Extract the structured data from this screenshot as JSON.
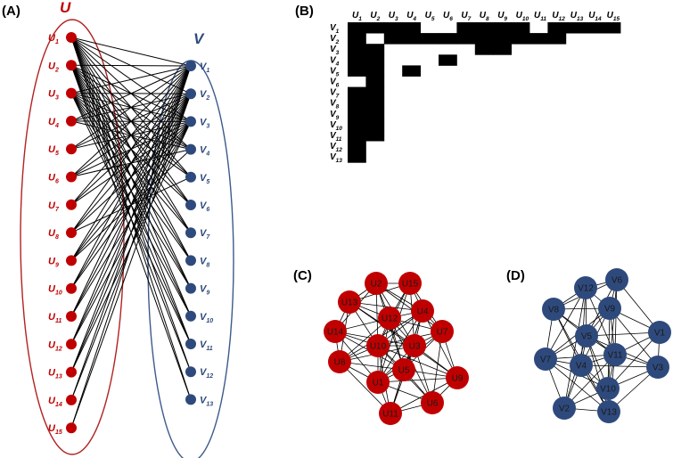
{
  "panels": {
    "a": {
      "label": "(A)"
    },
    "b": {
      "label": "(B)"
    },
    "c": {
      "label": "(C)"
    },
    "d": {
      "label": "(D)"
    }
  },
  "colors": {
    "u_set": "#c00000",
    "u_set_outline": "#b22222",
    "v_set": "#2e4a7d",
    "v_set_outline": "#3d5a8a",
    "cell_fill": "#000000",
    "edge": "#000000"
  },
  "bipartite": {
    "u_set_label": "U",
    "v_set_label": "V",
    "u_nodes": [
      {
        "base": "U",
        "sub": "1"
      },
      {
        "base": "U",
        "sub": "2"
      },
      {
        "base": "U",
        "sub": "3"
      },
      {
        "base": "U",
        "sub": "4"
      },
      {
        "base": "U",
        "sub": "5"
      },
      {
        "base": "U",
        "sub": "6"
      },
      {
        "base": "U",
        "sub": "7"
      },
      {
        "base": "U",
        "sub": "8"
      },
      {
        "base": "U",
        "sub": "9"
      },
      {
        "base": "U",
        "sub": "10"
      },
      {
        "base": "U",
        "sub": "11"
      },
      {
        "base": "U",
        "sub": "12"
      },
      {
        "base": "U",
        "sub": "13"
      },
      {
        "base": "U",
        "sub": "14"
      },
      {
        "base": "U",
        "sub": "15"
      }
    ],
    "v_nodes": [
      {
        "base": "V",
        "sub": "1"
      },
      {
        "base": "V",
        "sub": "2"
      },
      {
        "base": "V",
        "sub": "3"
      },
      {
        "base": "V",
        "sub": "4"
      },
      {
        "base": "V",
        "sub": "5"
      },
      {
        "base": "V",
        "sub": "6"
      },
      {
        "base": "V",
        "sub": "7"
      },
      {
        "base": "V",
        "sub": "8"
      },
      {
        "base": "V",
        "sub": "9"
      },
      {
        "base": "V",
        "sub": "10"
      },
      {
        "base": "V",
        "sub": "11"
      },
      {
        "base": "V",
        "sub": "12"
      },
      {
        "base": "V",
        "sub": "13"
      }
    ],
    "edges": [
      [
        1,
        1
      ],
      [
        1,
        2
      ],
      [
        1,
        3
      ],
      [
        1,
        4
      ],
      [
        1,
        5
      ],
      [
        1,
        6
      ],
      [
        1,
        7
      ],
      [
        1,
        8
      ],
      [
        1,
        9
      ],
      [
        1,
        10
      ],
      [
        1,
        11
      ],
      [
        1,
        12
      ],
      [
        1,
        13
      ],
      [
        2,
        1
      ],
      [
        2,
        3
      ],
      [
        2,
        4
      ],
      [
        2,
        5
      ],
      [
        2,
        6
      ],
      [
        2,
        7
      ],
      [
        2,
        8
      ],
      [
        2,
        9
      ],
      [
        2,
        10
      ],
      [
        2,
        11
      ],
      [
        2,
        12
      ],
      [
        2,
        13
      ],
      [
        3,
        1
      ],
      [
        3,
        2
      ],
      [
        3,
        3
      ],
      [
        3,
        4
      ],
      [
        3,
        5
      ],
      [
        3,
        6
      ],
      [
        3,
        7
      ],
      [
        3,
        8
      ],
      [
        3,
        9
      ],
      [
        3,
        10
      ],
      [
        3,
        11
      ],
      [
        4,
        1
      ],
      [
        4,
        2
      ],
      [
        4,
        3
      ],
      [
        4,
        4
      ],
      [
        5,
        1
      ],
      [
        5,
        2
      ],
      [
        5,
        3
      ],
      [
        6,
        1
      ],
      [
        6,
        2
      ],
      [
        6,
        3
      ],
      [
        6,
        4
      ],
      [
        7,
        1
      ],
      [
        7,
        2
      ],
      [
        7,
        3
      ],
      [
        8,
        1
      ],
      [
        8,
        2
      ],
      [
        8,
        3
      ],
      [
        8,
        5
      ],
      [
        9,
        1
      ],
      [
        9,
        2
      ],
      [
        9,
        3
      ],
      [
        9,
        4
      ],
      [
        10,
        1
      ],
      [
        10,
        2
      ],
      [
        10,
        3
      ],
      [
        11,
        1
      ],
      [
        11,
        2
      ],
      [
        11,
        3
      ],
      [
        12,
        1
      ],
      [
        12,
        2
      ],
      [
        12,
        3
      ],
      [
        13,
        1
      ],
      [
        13,
        2
      ],
      [
        13,
        3
      ],
      [
        14,
        1
      ],
      [
        14,
        2
      ],
      [
        15,
        1
      ],
      [
        15,
        2
      ]
    ]
  },
  "matrix": {
    "col_headers": [
      {
        "base": "U",
        "sub": "1"
      },
      {
        "base": "U",
        "sub": "2"
      },
      {
        "base": "U",
        "sub": "3"
      },
      {
        "base": "U",
        "sub": "4"
      },
      {
        "base": "U",
        "sub": "5"
      },
      {
        "base": "U",
        "sub": "6"
      },
      {
        "base": "U",
        "sub": "7"
      },
      {
        "base": "U",
        "sub": "8"
      },
      {
        "base": "U",
        "sub": "9"
      },
      {
        "base": "U",
        "sub": "10"
      },
      {
        "base": "U",
        "sub": "11"
      },
      {
        "base": "U",
        "sub": "12"
      },
      {
        "base": "U",
        "sub": "13"
      },
      {
        "base": "U",
        "sub": "14"
      },
      {
        "base": "U",
        "sub": "15"
      }
    ],
    "row_headers": [
      {
        "base": "V",
        "sub": "1"
      },
      {
        "base": "V",
        "sub": "2"
      },
      {
        "base": "V",
        "sub": "3"
      },
      {
        "base": "V",
        "sub": "4"
      },
      {
        "base": "V",
        "sub": "5"
      },
      {
        "base": "V",
        "sub": "6"
      },
      {
        "base": "V",
        "sub": "7"
      },
      {
        "base": "V",
        "sub": "8"
      },
      {
        "base": "V",
        "sub": "9"
      },
      {
        "base": "V",
        "sub": "10"
      },
      {
        "base": "V",
        "sub": "11"
      },
      {
        "base": "V",
        "sub": "12"
      },
      {
        "base": "V",
        "sub": "13"
      }
    ],
    "cells": [
      [
        1,
        1,
        1,
        1,
        0,
        0,
        1,
        1,
        1,
        1,
        0,
        1,
        1,
        1,
        1
      ],
      [
        1,
        0,
        1,
        1,
        1,
        1,
        1,
        1,
        1,
        1,
        1,
        1,
        0,
        0,
        0
      ],
      [
        1,
        1,
        0,
        0,
        0,
        0,
        0,
        1,
        1,
        0,
        0,
        0,
        0,
        0,
        0
      ],
      [
        1,
        1,
        0,
        0,
        0,
        1,
        0,
        0,
        0,
        0,
        0,
        0,
        0,
        0,
        0
      ],
      [
        1,
        1,
        0,
        1,
        0,
        0,
        0,
        0,
        0,
        0,
        0,
        0,
        0,
        0,
        0
      ],
      [
        0,
        1,
        0,
        0,
        0,
        0,
        0,
        0,
        0,
        0,
        0,
        0,
        0,
        0,
        0
      ],
      [
        1,
        1,
        0,
        0,
        0,
        0,
        0,
        0,
        0,
        0,
        0,
        0,
        0,
        0,
        0
      ],
      [
        1,
        1,
        0,
        0,
        0,
        0,
        0,
        0,
        0,
        0,
        0,
        0,
        0,
        0,
        0
      ],
      [
        1,
        1,
        0,
        0,
        0,
        0,
        0,
        0,
        0,
        0,
        0,
        0,
        0,
        0,
        0
      ],
      [
        1,
        1,
        0,
        0,
        0,
        0,
        0,
        0,
        0,
        0,
        0,
        0,
        0,
        0,
        0
      ],
      [
        1,
        1,
        0,
        0,
        0,
        0,
        0,
        0,
        0,
        0,
        0,
        0,
        0,
        0,
        0
      ],
      [
        1,
        0,
        0,
        0,
        0,
        0,
        0,
        0,
        0,
        0,
        0,
        0,
        0,
        0,
        0
      ],
      [
        1,
        0,
        0,
        0,
        0,
        0,
        0,
        0,
        0,
        0,
        0,
        0,
        0,
        0,
        0
      ]
    ]
  },
  "graph_u": {
    "nodes": [
      "U2",
      "U15",
      "U13",
      "U12",
      "U4",
      "U14",
      "U7",
      "U10",
      "U3",
      "U8",
      "U5",
      "U1",
      "U9",
      "U6",
      "U11"
    ]
  },
  "graph_v": {
    "nodes": [
      "V6",
      "V12",
      "V8",
      "V9",
      "V1",
      "V5",
      "V7",
      "V4",
      "V11",
      "V3",
      "V10",
      "V2",
      "V13"
    ]
  }
}
